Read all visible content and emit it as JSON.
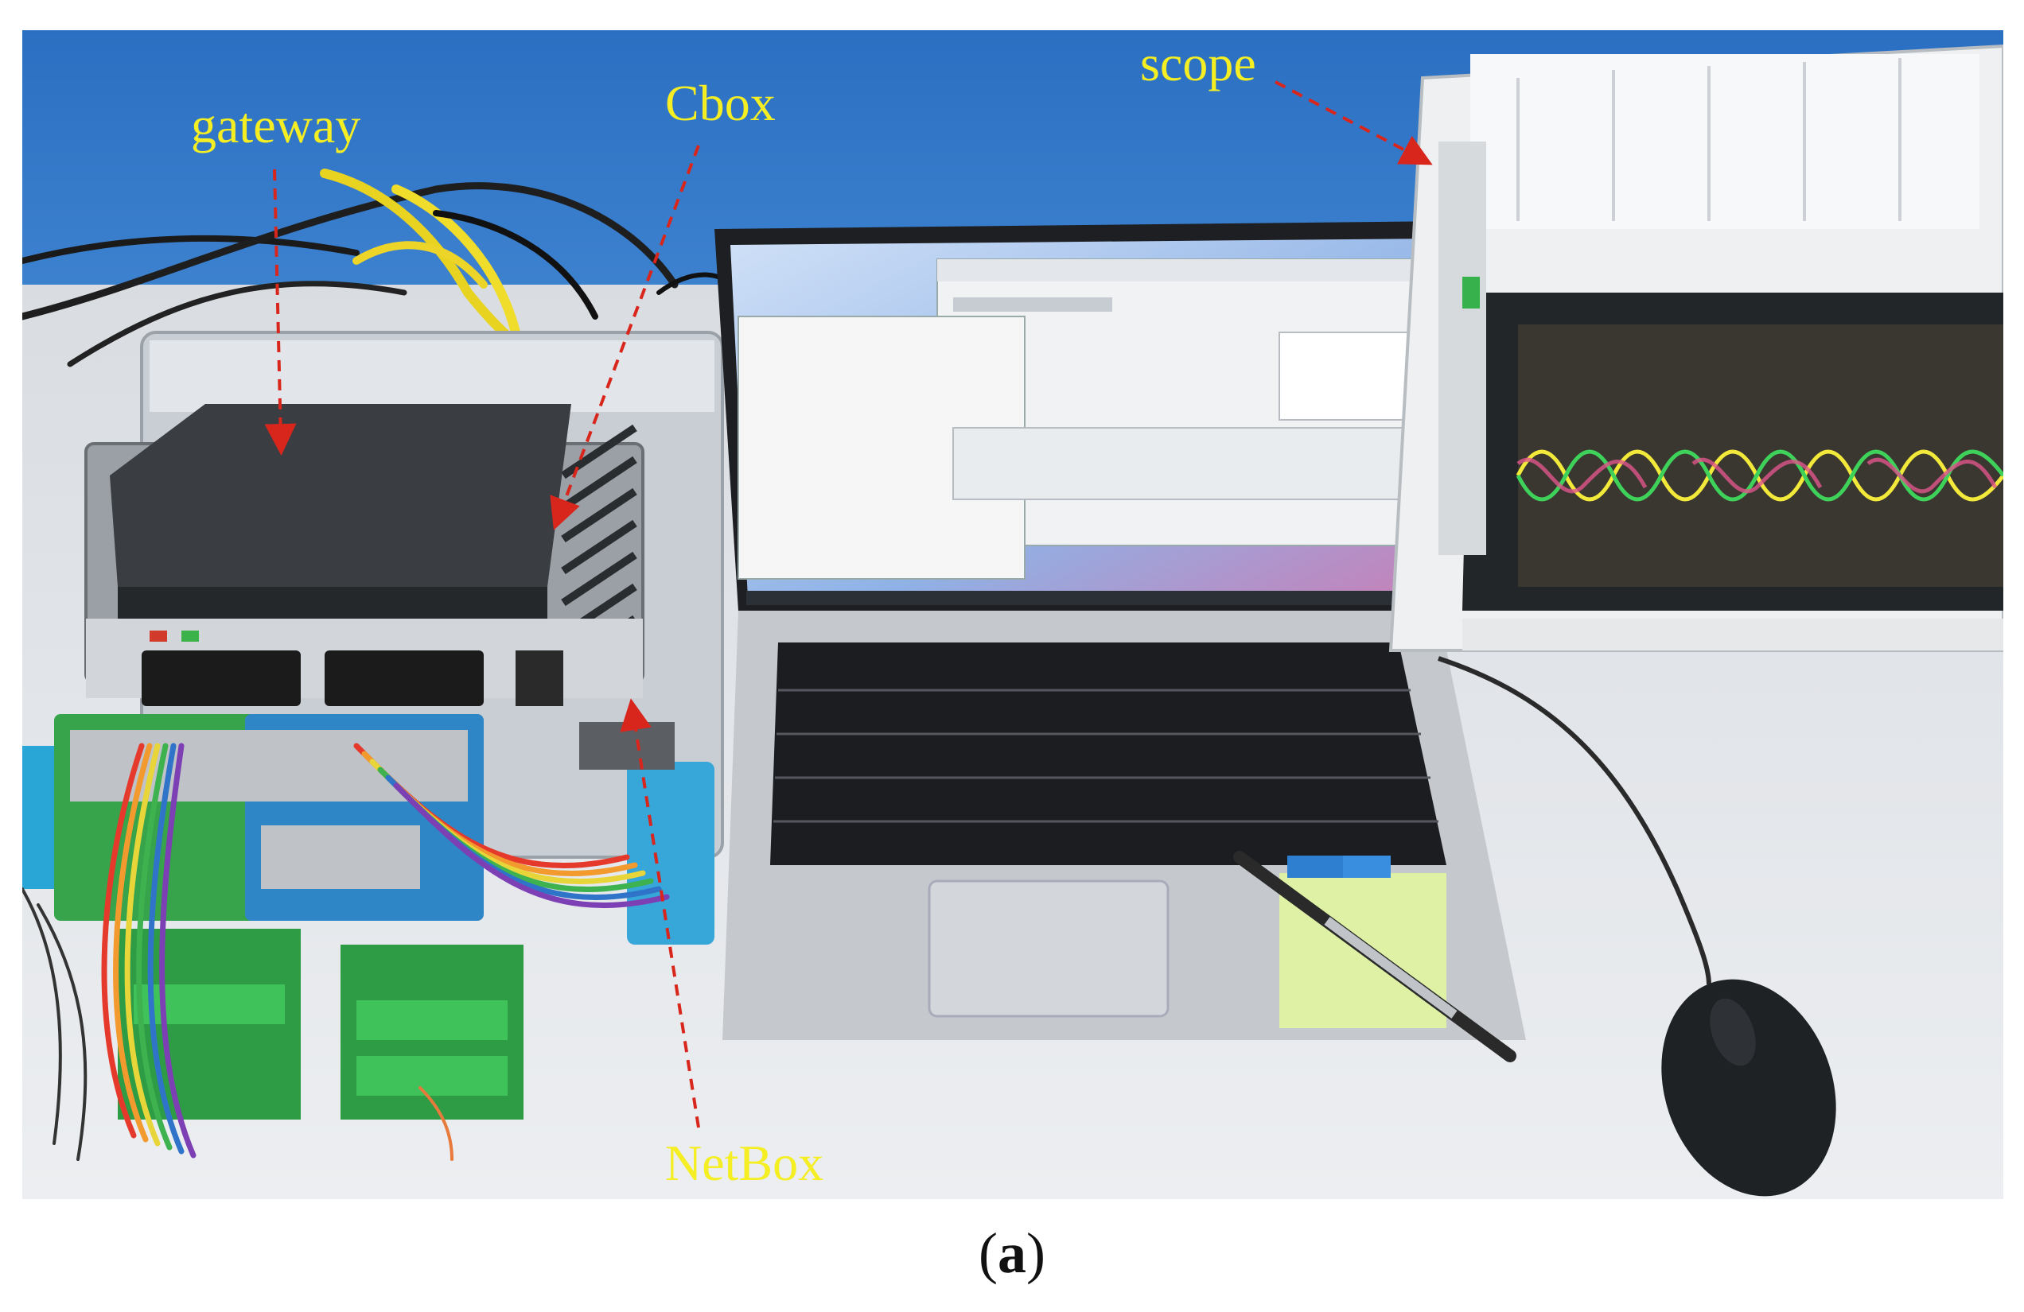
{
  "figure": {
    "labels": {
      "gateway": "gateway",
      "cbox": "Cbox",
      "scope": "scope",
      "netbox": "NetBox"
    },
    "caption": {
      "open": "(",
      "letter": "a",
      "close": ")"
    },
    "colors": {
      "wall": "#2e73c4",
      "desk": "#e4e6ea",
      "label_text": "#f4ee22",
      "arrow": "#d9261c"
    }
  }
}
